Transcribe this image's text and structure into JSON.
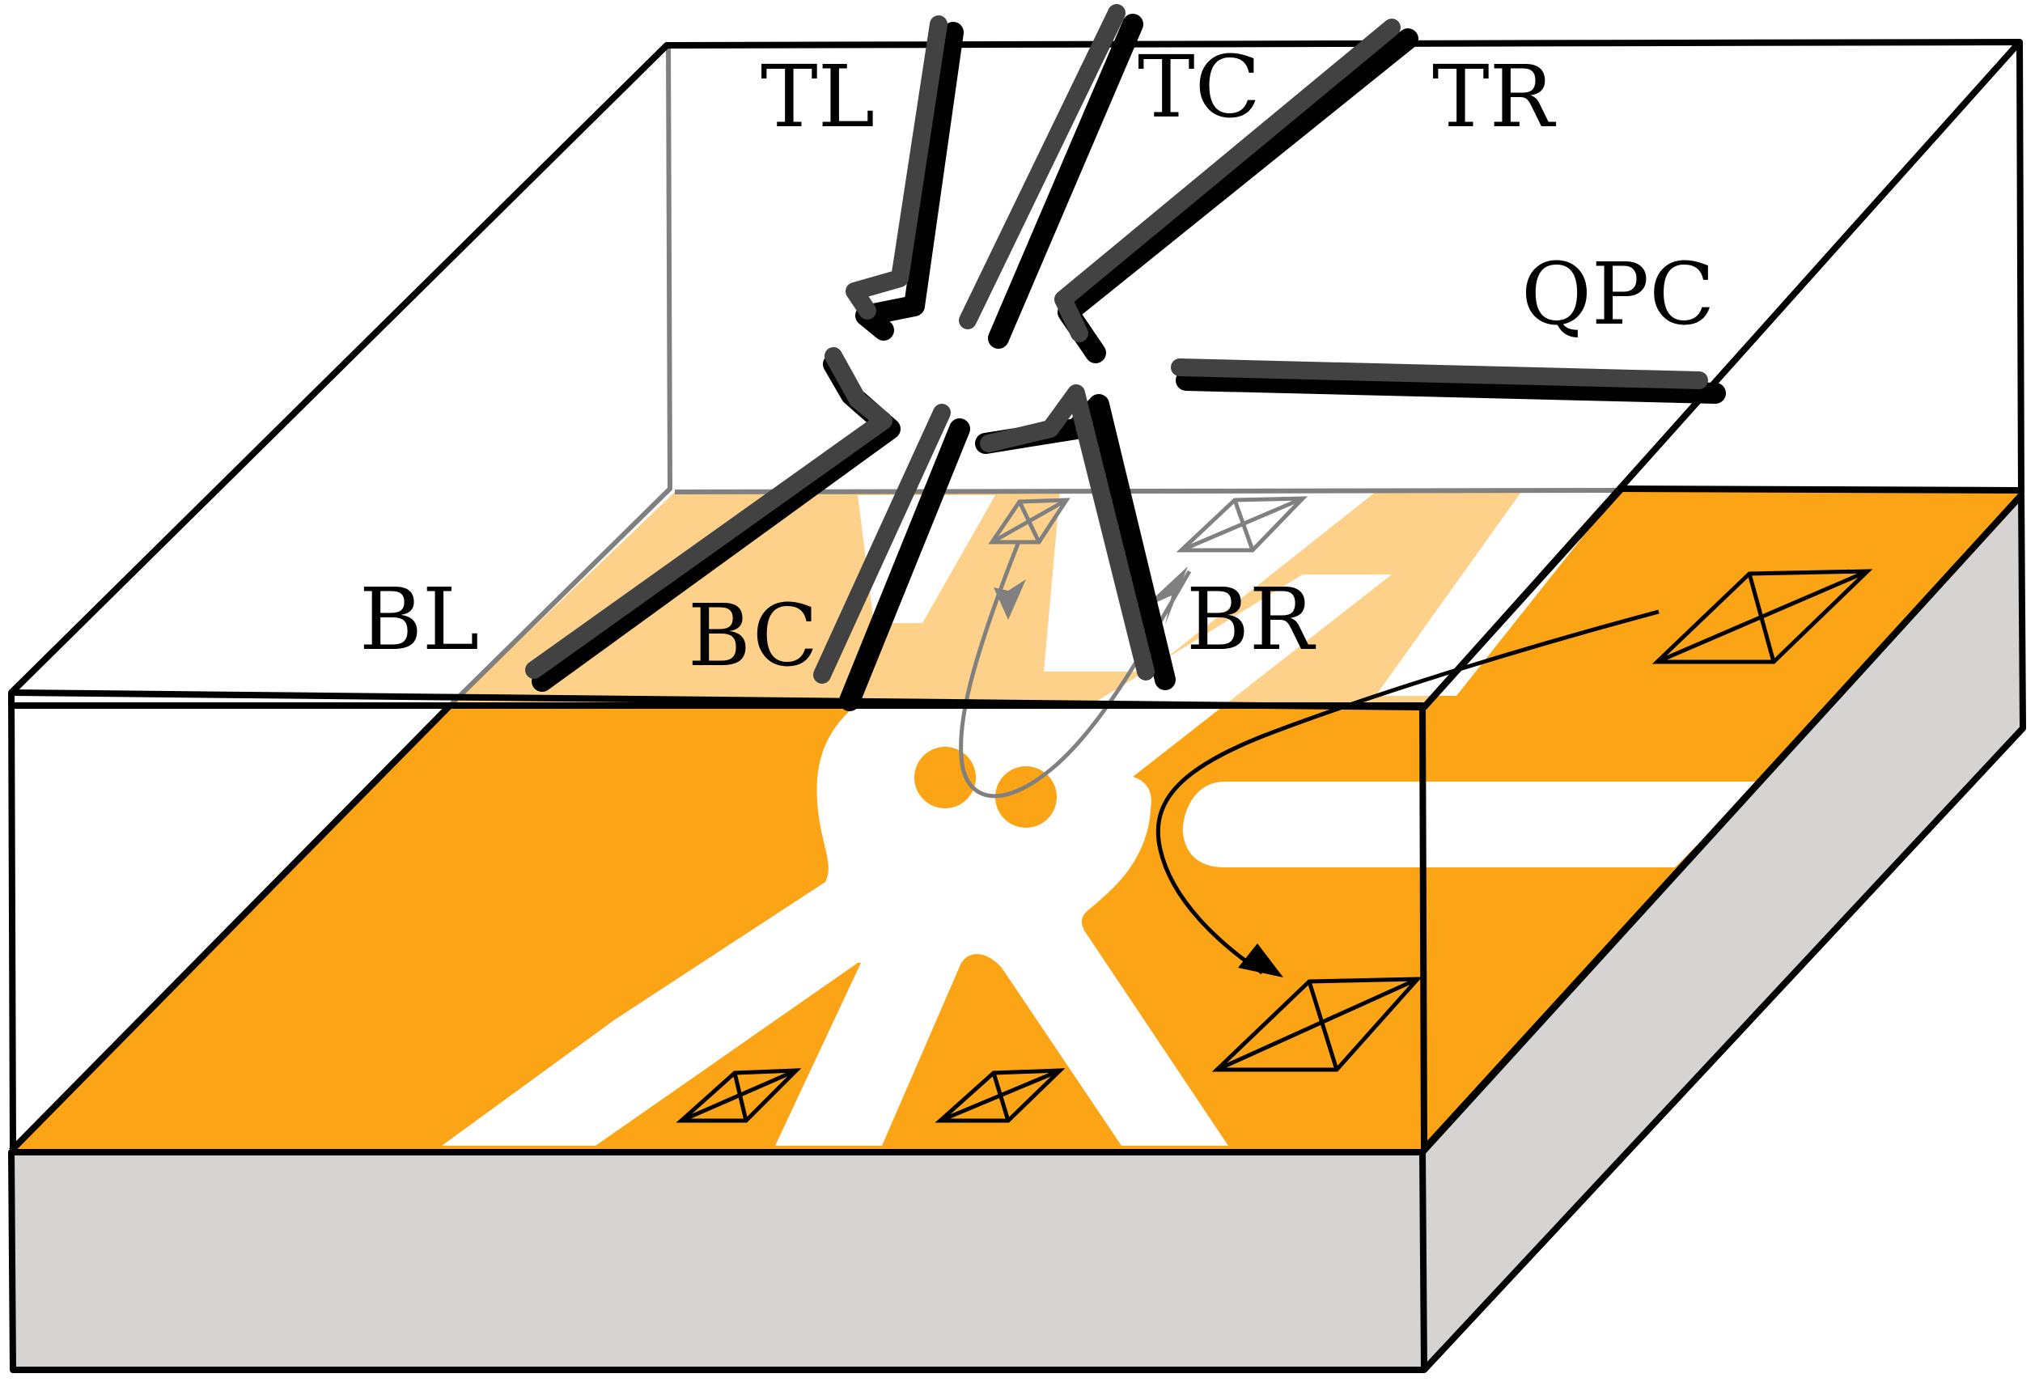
{
  "labels": {
    "tl": "TL",
    "tc": "TC",
    "tr": "TR",
    "qpc": "QPC",
    "bl": "BL",
    "bc": "BC",
    "br": "BR"
  },
  "colors": {
    "electron_gas": "#fba416",
    "electron_gas_far": "#fdd189",
    "substrate_side": "#d6d3d3",
    "gate": "#424242",
    "gate_shadow": "#000000",
    "outline": "#000000",
    "back_edge": "#808080"
  }
}
